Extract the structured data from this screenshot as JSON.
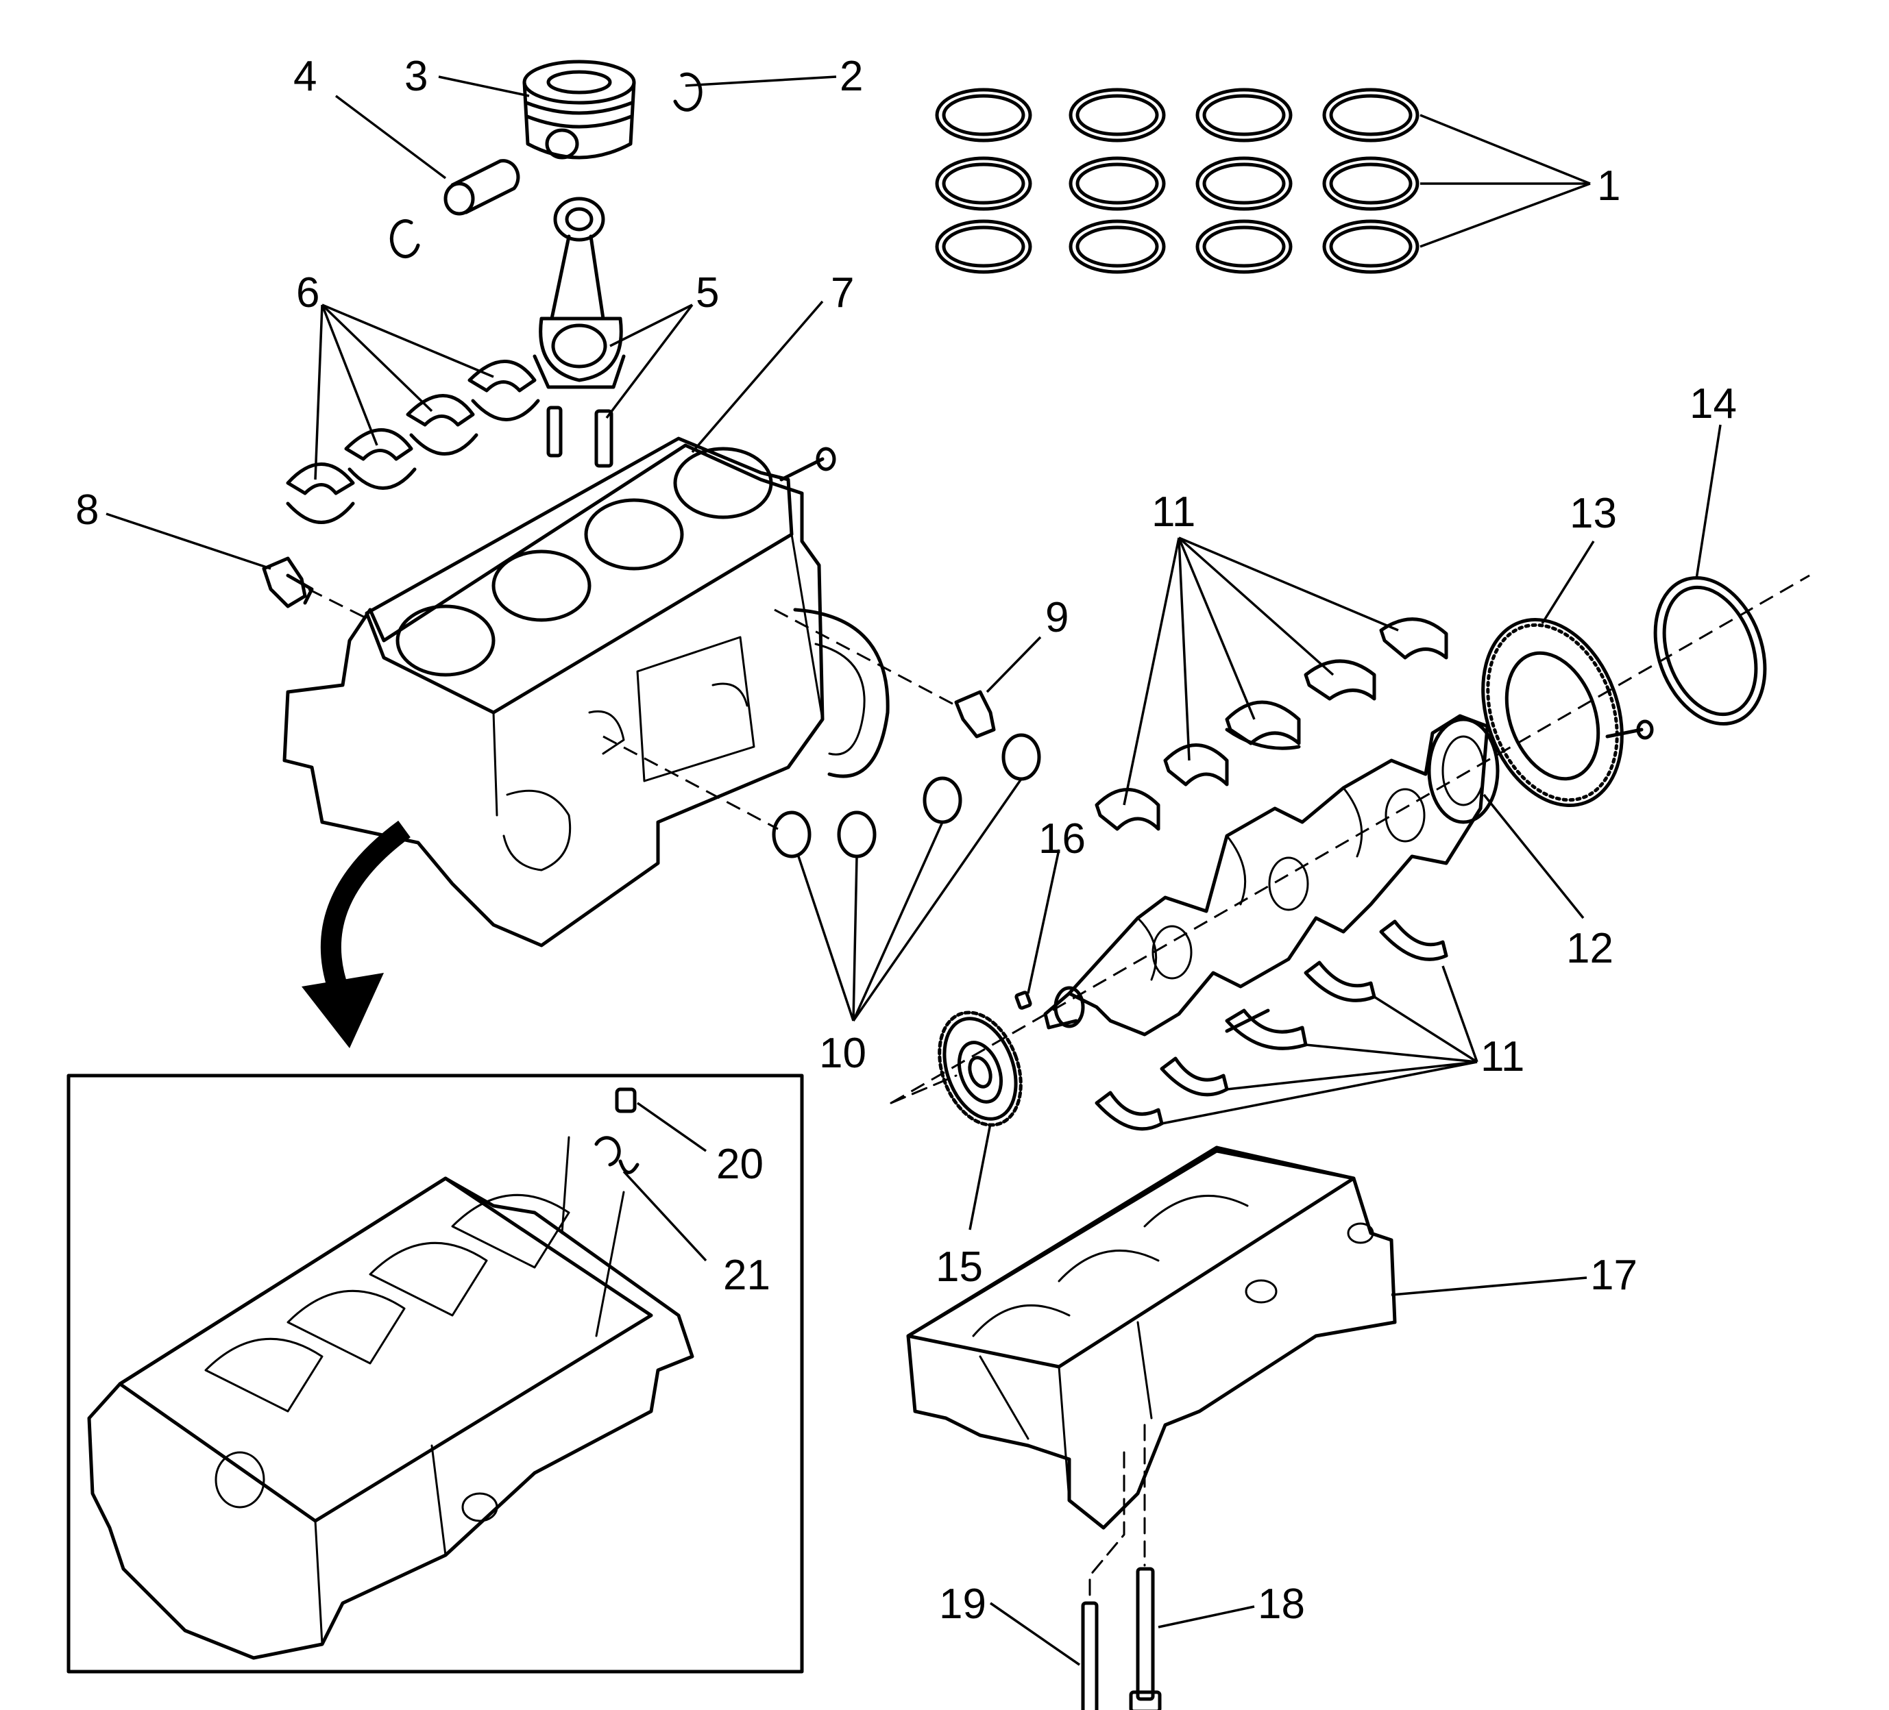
{
  "callouts": {
    "c1": "1",
    "c2": "2",
    "c3": "3",
    "c4": "4",
    "c5": "5",
    "c6": "6",
    "c7": "7",
    "c8": "8",
    "c9": "9",
    "c10": "10",
    "c11a": "11",
    "c11b": "11",
    "c12": "12",
    "c13": "13",
    "c14": "14",
    "c15": "15",
    "c16": "16",
    "c17": "17",
    "c18": "18",
    "c19": "19",
    "c20": "20",
    "c21": "21"
  }
}
